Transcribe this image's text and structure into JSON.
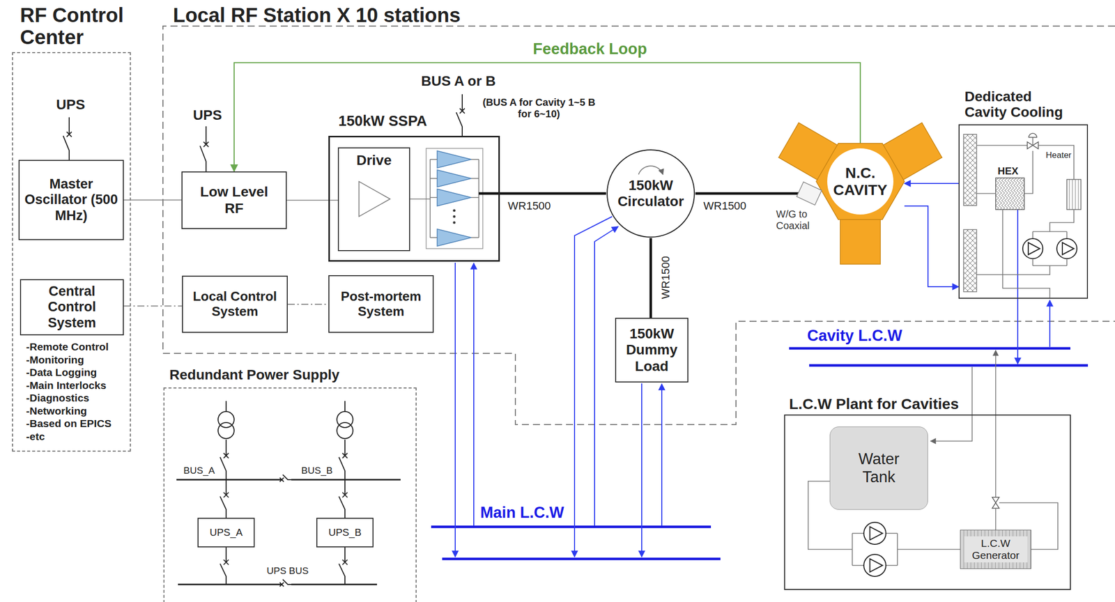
{
  "diagram": {
    "nodes": [
      {
        "text": [
          "RF Control Center"
        ]
      },
      {
        "text": [
          "Master Oscillator (500 MHz)"
        ],
        "in": 0
      },
      {
        "text": [
          "Central Control System"
        ],
        "in": 0
      },
      {
        "text": [
          "Local RF Station X 10 stations"
        ]
      },
      {
        "text": [
          "Low Level RF"
        ],
        "in": 3
      },
      {
        "text": [
          "150kW SSPA"
        ],
        "in": 3
      },
      {
        "text": [
          "Drive"
        ],
        "in": 5
      },
      {
        "text": [
          "Local Control System"
        ],
        "in": 3
      },
      {
        "text": [
          "Post-mortem System"
        ],
        "in": 3
      },
      {
        "text": [
          "150kW Circulator"
        ],
        "in": 3
      },
      {
        "text": [
          "150kW Dummy Load"
        ],
        "in": 3
      },
      {
        "text": [
          "N.C. CAVITY"
        ],
        "in": 3
      },
      {
        "text": [
          "Dedicated Cavity Cooling"
        ],
        "in": 3
      },
      {
        "text": [
          "Redundant Power Supply"
        ]
      },
      {
        "text": [
          "UPS_A"
        ],
        "in": 13
      },
      {
        "text": [
          "UPS_B"
        ],
        "in": 13
      },
      {
        "text": [
          "L.C.W Plant for Cavities"
        ]
      },
      {
        "text": [
          "Water Tank"
        ],
        "in": 16
      },
      {
        "text": [
          "L.C.W Generator"
        ],
        "in": 16
      }
    ],
    "edges": [
      {
        "from": 1,
        "to": 4,
        "arrow": "none"
      },
      {
        "from": 4,
        "to": 6,
        "arrow": "none"
      },
      {
        "from": 5,
        "to": 9,
        "label": "WR1500",
        "arrow": "none"
      },
      {
        "from": 9,
        "to": 11,
        "label": "WR1500",
        "arrow": "none"
      },
      {
        "from": 9,
        "to": 10,
        "label": "WR1500",
        "arrow": "none"
      },
      {
        "from": 11,
        "to": 4,
        "label": "Feedback Loop",
        "arrow": "to"
      },
      {
        "from": 2,
        "to": 7,
        "arrow": "none"
      },
      {
        "from": 7,
        "to": 8,
        "arrow": "none"
      },
      {
        "from": 12,
        "to": 11,
        "arrow": "to"
      },
      {
        "from": 11,
        "to": 12,
        "arrow": "to"
      }
    ],
    "labels": [
      "UPS",
      "UPS",
      "BUS A or B",
      "(BUS A for Cavity 1~5 B for 6~10)",
      "W/G to Coaxial",
      "-Remote Control",
      "-Monitoring",
      "-Data Logging",
      "-Main Interlocks",
      "-Diagnostics",
      "-Networking",
      "-Based on EPICS",
      "-etc",
      "Main L.C.W",
      "Cavity L.C.W",
      "HEX",
      "Heater",
      "BUS_A",
      "BUS_B",
      "UPS BUS"
    ]
  }
}
